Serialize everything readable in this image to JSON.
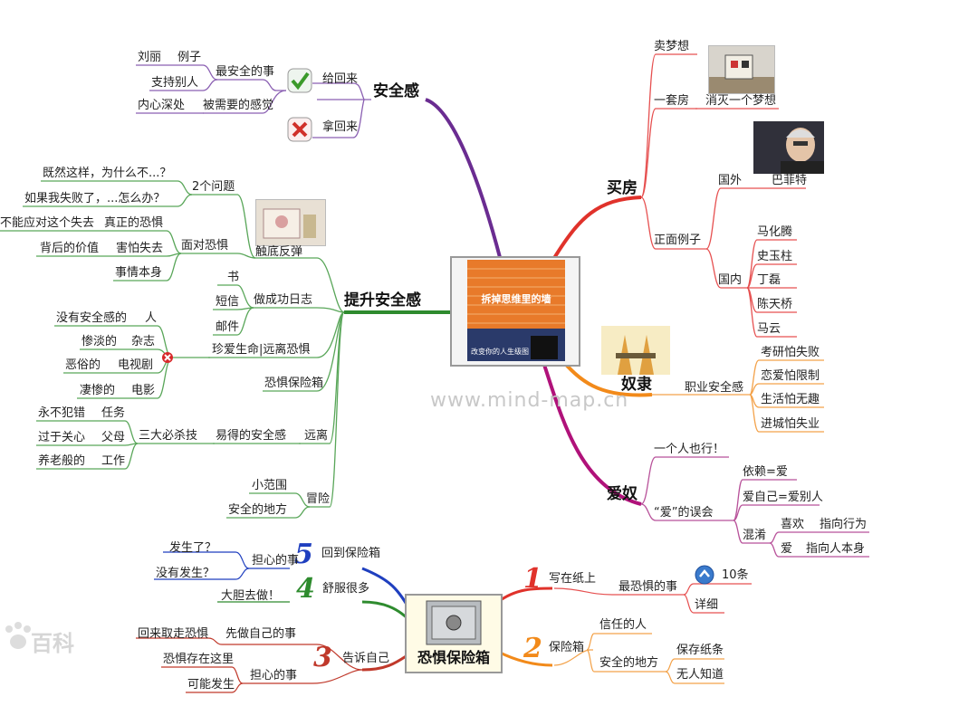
{
  "watermark": "www.mind-map.cn",
  "baidu": "百科",
  "center_book": {
    "title": "拆掉思维里的墙",
    "tagline": "改变你的人生级图"
  },
  "security": {
    "title": "安全感",
    "give": "给回来",
    "take": "拿回来",
    "safest": "最安全的事",
    "needed": "被需要的感觉",
    "liu_li": "刘丽",
    "example": "例子",
    "support": "支持别人",
    "inner": "内心深处"
  },
  "improve": {
    "title": "提升安全感",
    "two_questions": "2个问题",
    "q1": "既然这样，为什么不...？",
    "q2": "如果我失败了，...怎么办？",
    "rebound": "触底反弹",
    "face_fear": "面对恐惧",
    "real_fear": "真正的恐惧",
    "can_handle": "不能应对这个失去",
    "fear_loss": "害怕失去",
    "value_behind": "背后的价值",
    "thing_itself": "事情本身",
    "log": "做成功日志",
    "book": "书",
    "sms": "短信",
    "mail": "邮件",
    "cherish": "珍爱生命|远离恐惧",
    "no_security": "没有安全感的",
    "people": "人",
    "miserable": "惨淡的",
    "magazine": "杂志",
    "vulgar": "恶俗的",
    "tv": "电视剧",
    "tragic": "凄惨的",
    "movie": "电影",
    "fear_box": "恐惧保险箱",
    "easy": "易得的安全感",
    "far": "远离",
    "three_killers": "三大必杀技",
    "never_wrong": "永不犯错",
    "task": "任务",
    "over_care": "过于关心",
    "parents": "父母",
    "retire_like": "养老般的",
    "work": "工作",
    "adventure": "冒险",
    "small_scope": "小范围",
    "safe_place": "安全的地方"
  },
  "house": {
    "title": "买房",
    "sell_dream": "卖梦想",
    "a_house": "一套房",
    "kill_dream": "消灭一个梦想",
    "positive": "正面例子",
    "abroad": "国外",
    "buffett": "巴菲特",
    "domestic": "国内",
    "names": [
      "马化腾",
      "史玉柱",
      "丁磊",
      "陈天桥",
      "马云"
    ]
  },
  "slave": {
    "title": "奴隶",
    "career": "职业安全感",
    "items": [
      "考研怕失败",
      "恋爱怕限制",
      "生活怕无趣",
      "进城怕失业"
    ]
  },
  "love": {
    "title": "爱奴",
    "alone": "一个人也行！",
    "misread": "“爱”的误会",
    "rely": "依赖=爱",
    "self_love": "爱自己=爱别人",
    "confuse": "混淆",
    "like": "喜欢",
    "to_behavior": "指向行为",
    "love": "爱",
    "to_person": "指向人本身"
  },
  "fearbox": {
    "title": "恐惧保险箱",
    "step_numbers": [
      "1",
      "2",
      "3",
      "4",
      "5"
    ],
    "s1": "写在纸上",
    "most_feared": "最恐惧的事",
    "ten": "10条",
    "detail": "详细",
    "s2": "保险箱",
    "trusted": "信任的人",
    "safe_place": "安全的地方",
    "keep_note": "保存纸条",
    "nobody": "无人知道",
    "s3": "告诉自己",
    "do_own": "先做自己的事",
    "come_back": "回来取走恐惧",
    "worry3": "担心的事",
    "fear_here": "恐惧存在这里",
    "may_happen": "可能发生",
    "s4": "舒服很多",
    "bold": "大胆去做！",
    "s5": "回到保险箱",
    "worry5": "担心的事",
    "happened": "发生了？",
    "not_happened": "没有发生？"
  },
  "colors": {
    "purple": "#6a2c91",
    "green": "#2e8b2e",
    "red": "#e0322b",
    "orange": "#f28a1a",
    "magenta": "#b0127a",
    "blue": "#1f3fbf",
    "darkred": "#c0392b",
    "sub_purple": "#8a5fb2",
    "sub_green": "#59a659",
    "sub_red": "#e65050",
    "sub_orange": "#f3a24a",
    "sub_magenta": "#b8529a"
  }
}
